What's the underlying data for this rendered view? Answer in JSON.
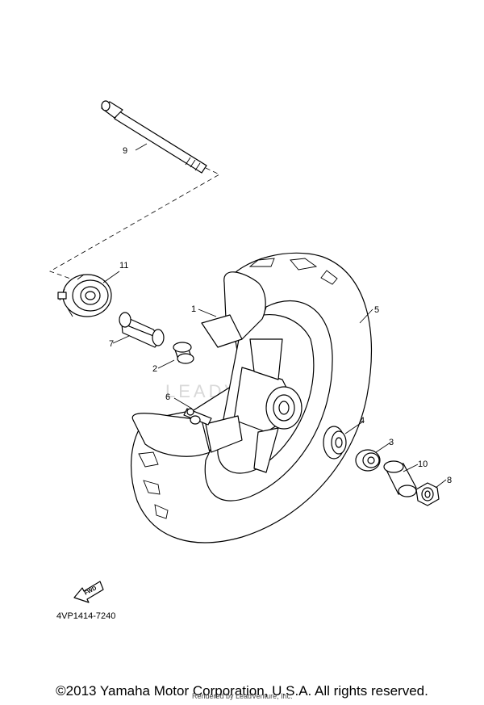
{
  "callouts": {
    "c1": "1",
    "c2": "2",
    "c3": "3",
    "c4": "4",
    "c5": "5",
    "c6": "6",
    "c7": "7",
    "c8": "8",
    "c9": "9",
    "c10": "10",
    "c11": "11"
  },
  "direction_label": "FWD",
  "diagram_code": "4VP1414-7240",
  "watermark": "LEADVENTURE",
  "rendered_by": "Rendered by LeadVenture, Inc.",
  "copyright": "©2013 Yamaha Motor Corporation, U.S.A. All rights reserved."
}
